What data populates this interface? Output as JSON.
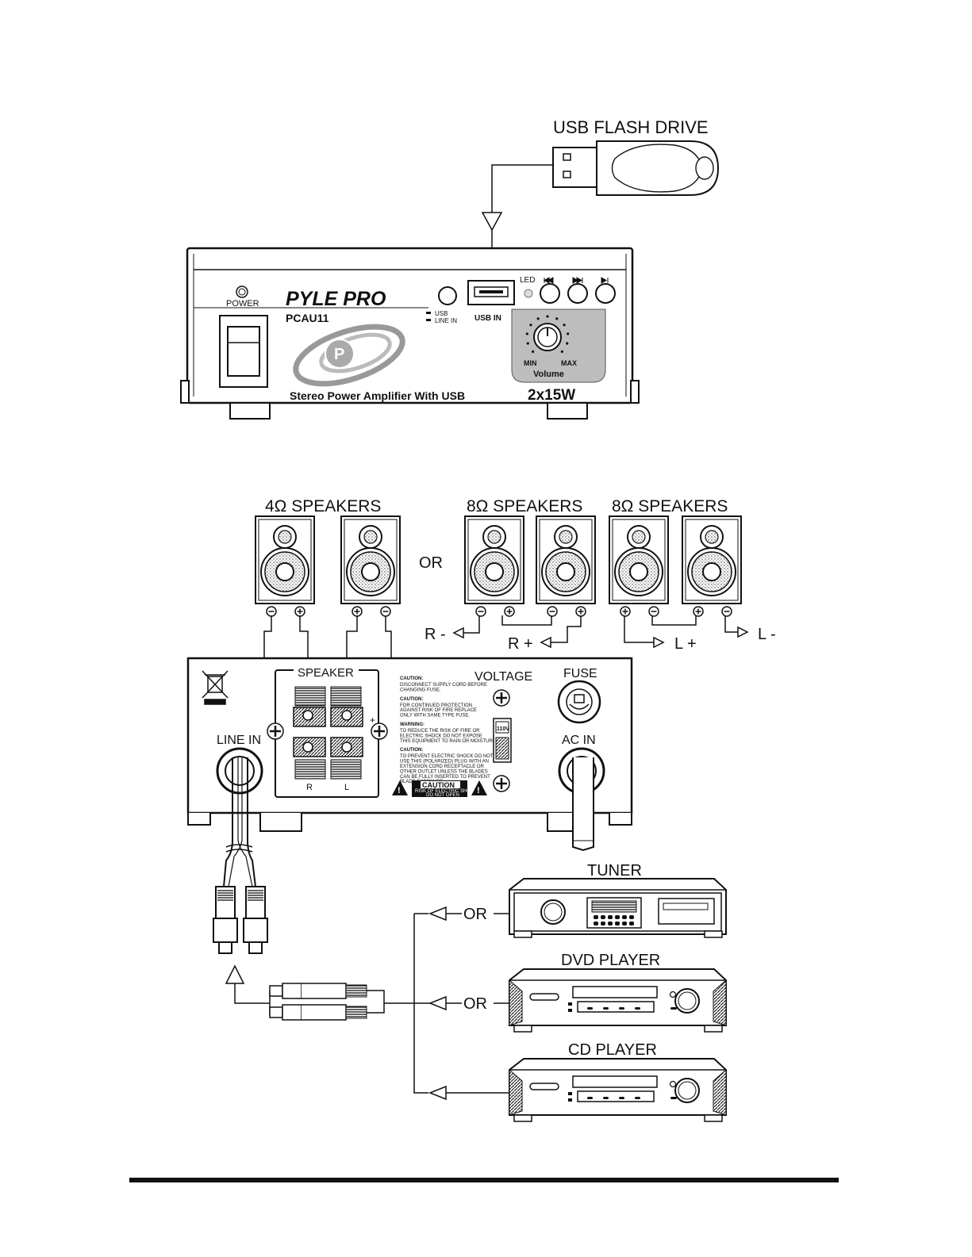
{
  "usb_label": "USB FLASH DRIVE",
  "front": {
    "power": "POWER",
    "brand": "PYLE PRO",
    "model": "PCAU11",
    "usb_switch_top": "USB",
    "usb_switch_bottom": "LINE IN",
    "usb_in": "USB IN",
    "led": "LED",
    "min": "MIN",
    "max": "MAX",
    "volume": "Volume",
    "tagline": "Stereo Power Amplifier With USB",
    "wattage": "2x15W",
    "badge_letter": "P"
  },
  "speakers": {
    "group1": "4Ω  SPEAKERS",
    "group2": "8Ω  SPEAKERS",
    "group3": "8Ω  SPEAKERS",
    "or": "OR",
    "r_minus": "R -",
    "r_plus": "R +",
    "l_plus": "L +",
    "l_minus": "L -"
  },
  "rear": {
    "speaker": "SPEAKER",
    "plus": "+",
    "r": "R",
    "l": "L",
    "line_in": "LINE IN",
    "voltage": "VOLTAGE",
    "fuse": "FUSE",
    "ac_in": "AC IN",
    "v110": "110V",
    "caution_title": "CAUTION",
    "caution_sub1": "RISK OF ELECTRIC SHOCK",
    "caution_sub2": "DO NOT OPEN",
    "notice": [
      "CAUTION:",
      "DISCONNECT SUPPLY CORD BEFORE",
      "CHANGING FUSE.",
      "CAUTION:",
      "FOR CONTINUED PROTECTION",
      "AGAINST RISK OF FIRE REPLACE",
      "ONLY WITH SAME TYPE FUSE.",
      "WARNING:",
      "TO REDUCE THE RISK OF FIRE OR",
      "ELECTRIC SHOCK DO NOT EXPOSE",
      "THIS EQUIPMENT TO RAIN OR MOISTURE.",
      "CAUTION:",
      "TO PREVENT ELECTRIC SHOCK DO NOT",
      "USE THIS (POLARIZED) PLUG WITH AN",
      "EXTENSION CORD RECEPTACLE OR",
      "OTHER OUTLET UNLESS THE BLADES",
      "CAN BE FULLY INSERTED TO PREVENT",
      "BLADE EXPOSURE"
    ]
  },
  "sources": {
    "tuner": "TUNER",
    "dvd": "DVD PLAYER",
    "cd": "CD PLAYER",
    "or1": "OR",
    "or2": "OR"
  }
}
